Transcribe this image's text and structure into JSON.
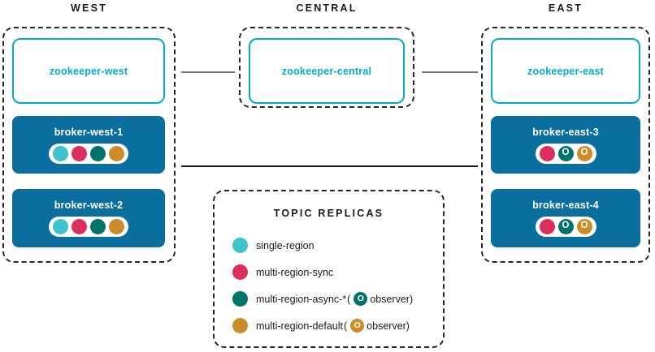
{
  "colors": {
    "single_region": "#3EC2CC",
    "multi_region_sync": "#DB2F5F",
    "multi_region_async": "#00736B",
    "multi_region_default": "#CC8D28",
    "broker_fill": "#0a6e9e",
    "zookeeper_border": "#00AEC7",
    "zookeeper_text": "#00AEC7",
    "dashed_border": "#262626",
    "link_gray": "#6f7376",
    "link_dark": "#161616"
  },
  "regions": [
    {
      "title": "WEST",
      "zookeeper": {
        "label": "zookeeper-west"
      },
      "brokers": [
        {
          "label": "broker-west-1",
          "replicas": [
            {
              "color_key": "single_region",
              "observer": false
            },
            {
              "color_key": "multi_region_sync",
              "observer": false
            },
            {
              "color_key": "multi_region_async",
              "observer": false
            },
            {
              "color_key": "multi_region_default",
              "observer": false
            }
          ]
        },
        {
          "label": "broker-west-2",
          "replicas": [
            {
              "color_key": "single_region",
              "observer": false
            },
            {
              "color_key": "multi_region_sync",
              "observer": false
            },
            {
              "color_key": "multi_region_async",
              "observer": false
            },
            {
              "color_key": "multi_region_default",
              "observer": false
            }
          ]
        }
      ]
    },
    {
      "title": "CENTRAL",
      "zookeeper": {
        "label": "zookeeper-central"
      },
      "brokers": []
    },
    {
      "title": "EAST",
      "zookeeper": {
        "label": "zookeeper-east"
      },
      "brokers": [
        {
          "label": "broker-east-3",
          "replicas": [
            {
              "color_key": "multi_region_sync",
              "observer": false
            },
            {
              "color_key": "multi_region_async",
              "observer": true
            },
            {
              "color_key": "multi_region_default",
              "observer": true
            }
          ]
        },
        {
          "label": "broker-east-4",
          "replicas": [
            {
              "color_key": "multi_region_sync",
              "observer": false
            },
            {
              "color_key": "multi_region_async",
              "observer": true
            },
            {
              "color_key": "multi_region_default",
              "observer": true
            }
          ]
        }
      ]
    }
  ],
  "observer_glyph": "O",
  "legend": {
    "title": "TOPIC REPLICAS",
    "items": [
      {
        "color_key": "single_region",
        "label": "single-region",
        "has_observer_note": false,
        "observer_prefix": "",
        "observer_suffix": ""
      },
      {
        "color_key": "multi_region_sync",
        "label": "multi-region-sync",
        "has_observer_note": false,
        "observer_prefix": "",
        "observer_suffix": ""
      },
      {
        "color_key": "multi_region_async",
        "label": "multi-region-async-*",
        "has_observer_note": true,
        "observer_prefix": "(",
        "observer_suffix": "observer)"
      },
      {
        "color_key": "multi_region_default",
        "label": "multi-region-default",
        "has_observer_note": true,
        "observer_prefix": "(",
        "observer_suffix": "observer)"
      }
    ]
  },
  "links": [
    {
      "name": "zookeeper-west-to-central"
    },
    {
      "name": "zookeeper-central-to-east"
    },
    {
      "name": "broker-west-to-east"
    }
  ]
}
